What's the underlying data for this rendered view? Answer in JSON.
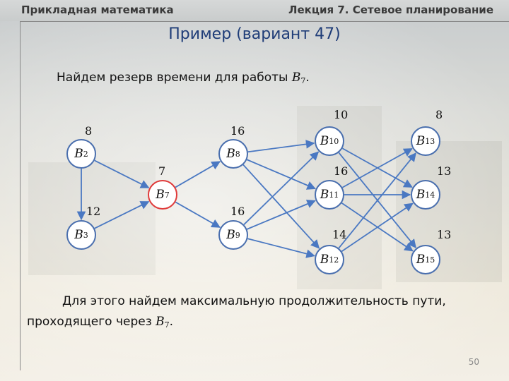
{
  "header": {
    "left": "Прикладная математика",
    "right": "Лекция 7. Сетевое планирование"
  },
  "title": "Пример (вариант 47)",
  "text": {
    "line1_prefix": "Найдем резерв времени для работы ",
    "line1_var": "B",
    "line1_sub": "7",
    "line1_suffix": ".",
    "line2": "Для этого найдем максимальную продолжительность пути,",
    "line3_prefix": "проходящего через ",
    "line3_var": "B",
    "line3_sub": "7",
    "line3_suffix": "."
  },
  "diagram": {
    "nodes": [
      {
        "id": "B2",
        "letter": "B",
        "sub": "2",
        "duration": "8"
      },
      {
        "id": "B3",
        "letter": "B",
        "sub": "3",
        "duration": "12"
      },
      {
        "id": "B7",
        "letter": "B",
        "sub": "7",
        "duration": "7",
        "highlight": "#e03b3b"
      },
      {
        "id": "B8",
        "letter": "B",
        "sub": "8",
        "duration": "16"
      },
      {
        "id": "B9",
        "letter": "B",
        "sub": "9",
        "duration": "16"
      },
      {
        "id": "B10",
        "letter": "B",
        "sub": "10",
        "duration": "10"
      },
      {
        "id": "B11",
        "letter": "B",
        "sub": "11",
        "duration": "16"
      },
      {
        "id": "B12",
        "letter": "B",
        "sub": "12",
        "duration": "14"
      },
      {
        "id": "B13",
        "letter": "B",
        "sub": "13",
        "duration": "8"
      },
      {
        "id": "B14",
        "letter": "B",
        "sub": "14",
        "duration": "13"
      },
      {
        "id": "B15",
        "letter": "B",
        "sub": "15",
        "duration": "13"
      }
    ],
    "edges": [
      [
        "B2",
        "B3"
      ],
      [
        "B2",
        "B7"
      ],
      [
        "B3",
        "B7"
      ],
      [
        "B7",
        "B8"
      ],
      [
        "B7",
        "B9"
      ],
      [
        "B8",
        "B10"
      ],
      [
        "B8",
        "B11"
      ],
      [
        "B8",
        "B12"
      ],
      [
        "B9",
        "B10"
      ],
      [
        "B9",
        "B11"
      ],
      [
        "B9",
        "B12"
      ],
      [
        "B10",
        "B14"
      ],
      [
        "B10",
        "B15"
      ],
      [
        "B11",
        "B13"
      ],
      [
        "B11",
        "B14"
      ],
      [
        "B11",
        "B15"
      ],
      [
        "B12",
        "B13"
      ],
      [
        "B12",
        "B14"
      ]
    ],
    "edge_color": "#4a78c2",
    "node_border_color": "#4a6fae"
  },
  "page_number": "50"
}
